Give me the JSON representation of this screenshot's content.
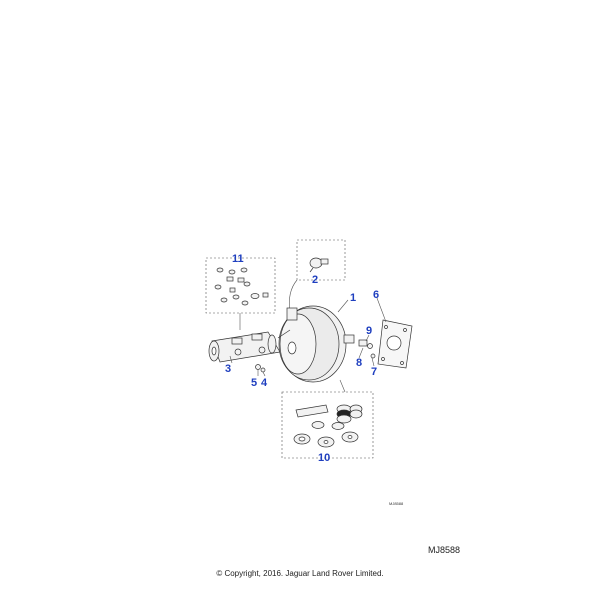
{
  "callouts": {
    "c1": "1",
    "c2": "2",
    "c3": "3",
    "c4": "4",
    "c5": "5",
    "c6": "6",
    "c7": "7",
    "c8": "8",
    "c9": "9",
    "c10": "10",
    "c11": "11"
  },
  "drawing_ref_small": "MJ8588",
  "drawing_ref": "MJ8588",
  "copyright": "© Copyright, 2016. Jaguar Land Rover Limited.",
  "colors": {
    "callout": "#1f3fbf",
    "line": "#333333",
    "part_fill": "#f2f2f2"
  }
}
